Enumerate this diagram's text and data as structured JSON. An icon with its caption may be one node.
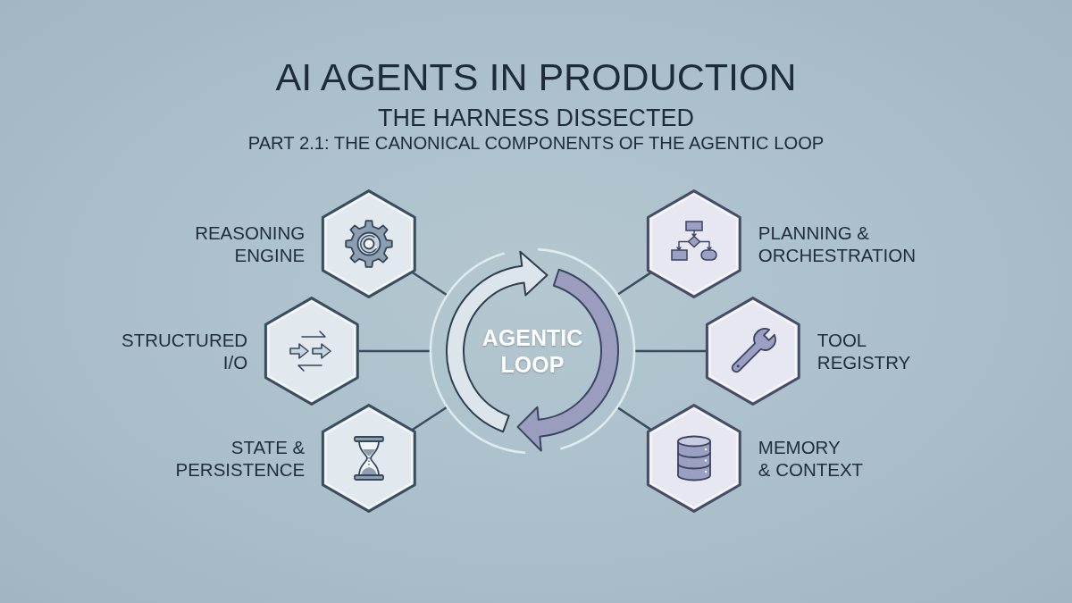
{
  "diagram": {
    "title": "AI AGENTS IN PRODUCTION",
    "nodes": [
      {
        "text": [
          "REASONING ENGINE"
        ]
      },
      {
        "text": [
          "STRUCTURED I/O"
        ]
      },
      {
        "text": [
          "STATE & PERSISTENCE"
        ]
      },
      {
        "text": [
          "AGENTIC LOOP"
        ]
      },
      {
        "text": [
          "PLANNING & ORCHESTRATION"
        ]
      },
      {
        "text": [
          "TOOL REGISTRY"
        ]
      },
      {
        "text": [
          "MEMORY & CONTEXT"
        ]
      }
    ],
    "edges": [
      {
        "from": 0,
        "to": 3,
        "arrow": "none"
      },
      {
        "from": 1,
        "to": 3,
        "arrow": "none"
      },
      {
        "from": 2,
        "to": 3,
        "arrow": "none"
      },
      {
        "from": 4,
        "to": 3,
        "arrow": "none"
      },
      {
        "from": 5,
        "to": 3,
        "arrow": "none"
      },
      {
        "from": 6,
        "to": 3,
        "arrow": "none"
      }
    ],
    "labels": [
      "THE HARNESS DISSECTED",
      "PART 2.1: THE CANONICAL COMPONENTS OF THE AGENTIC LOOP"
    ]
  }
}
